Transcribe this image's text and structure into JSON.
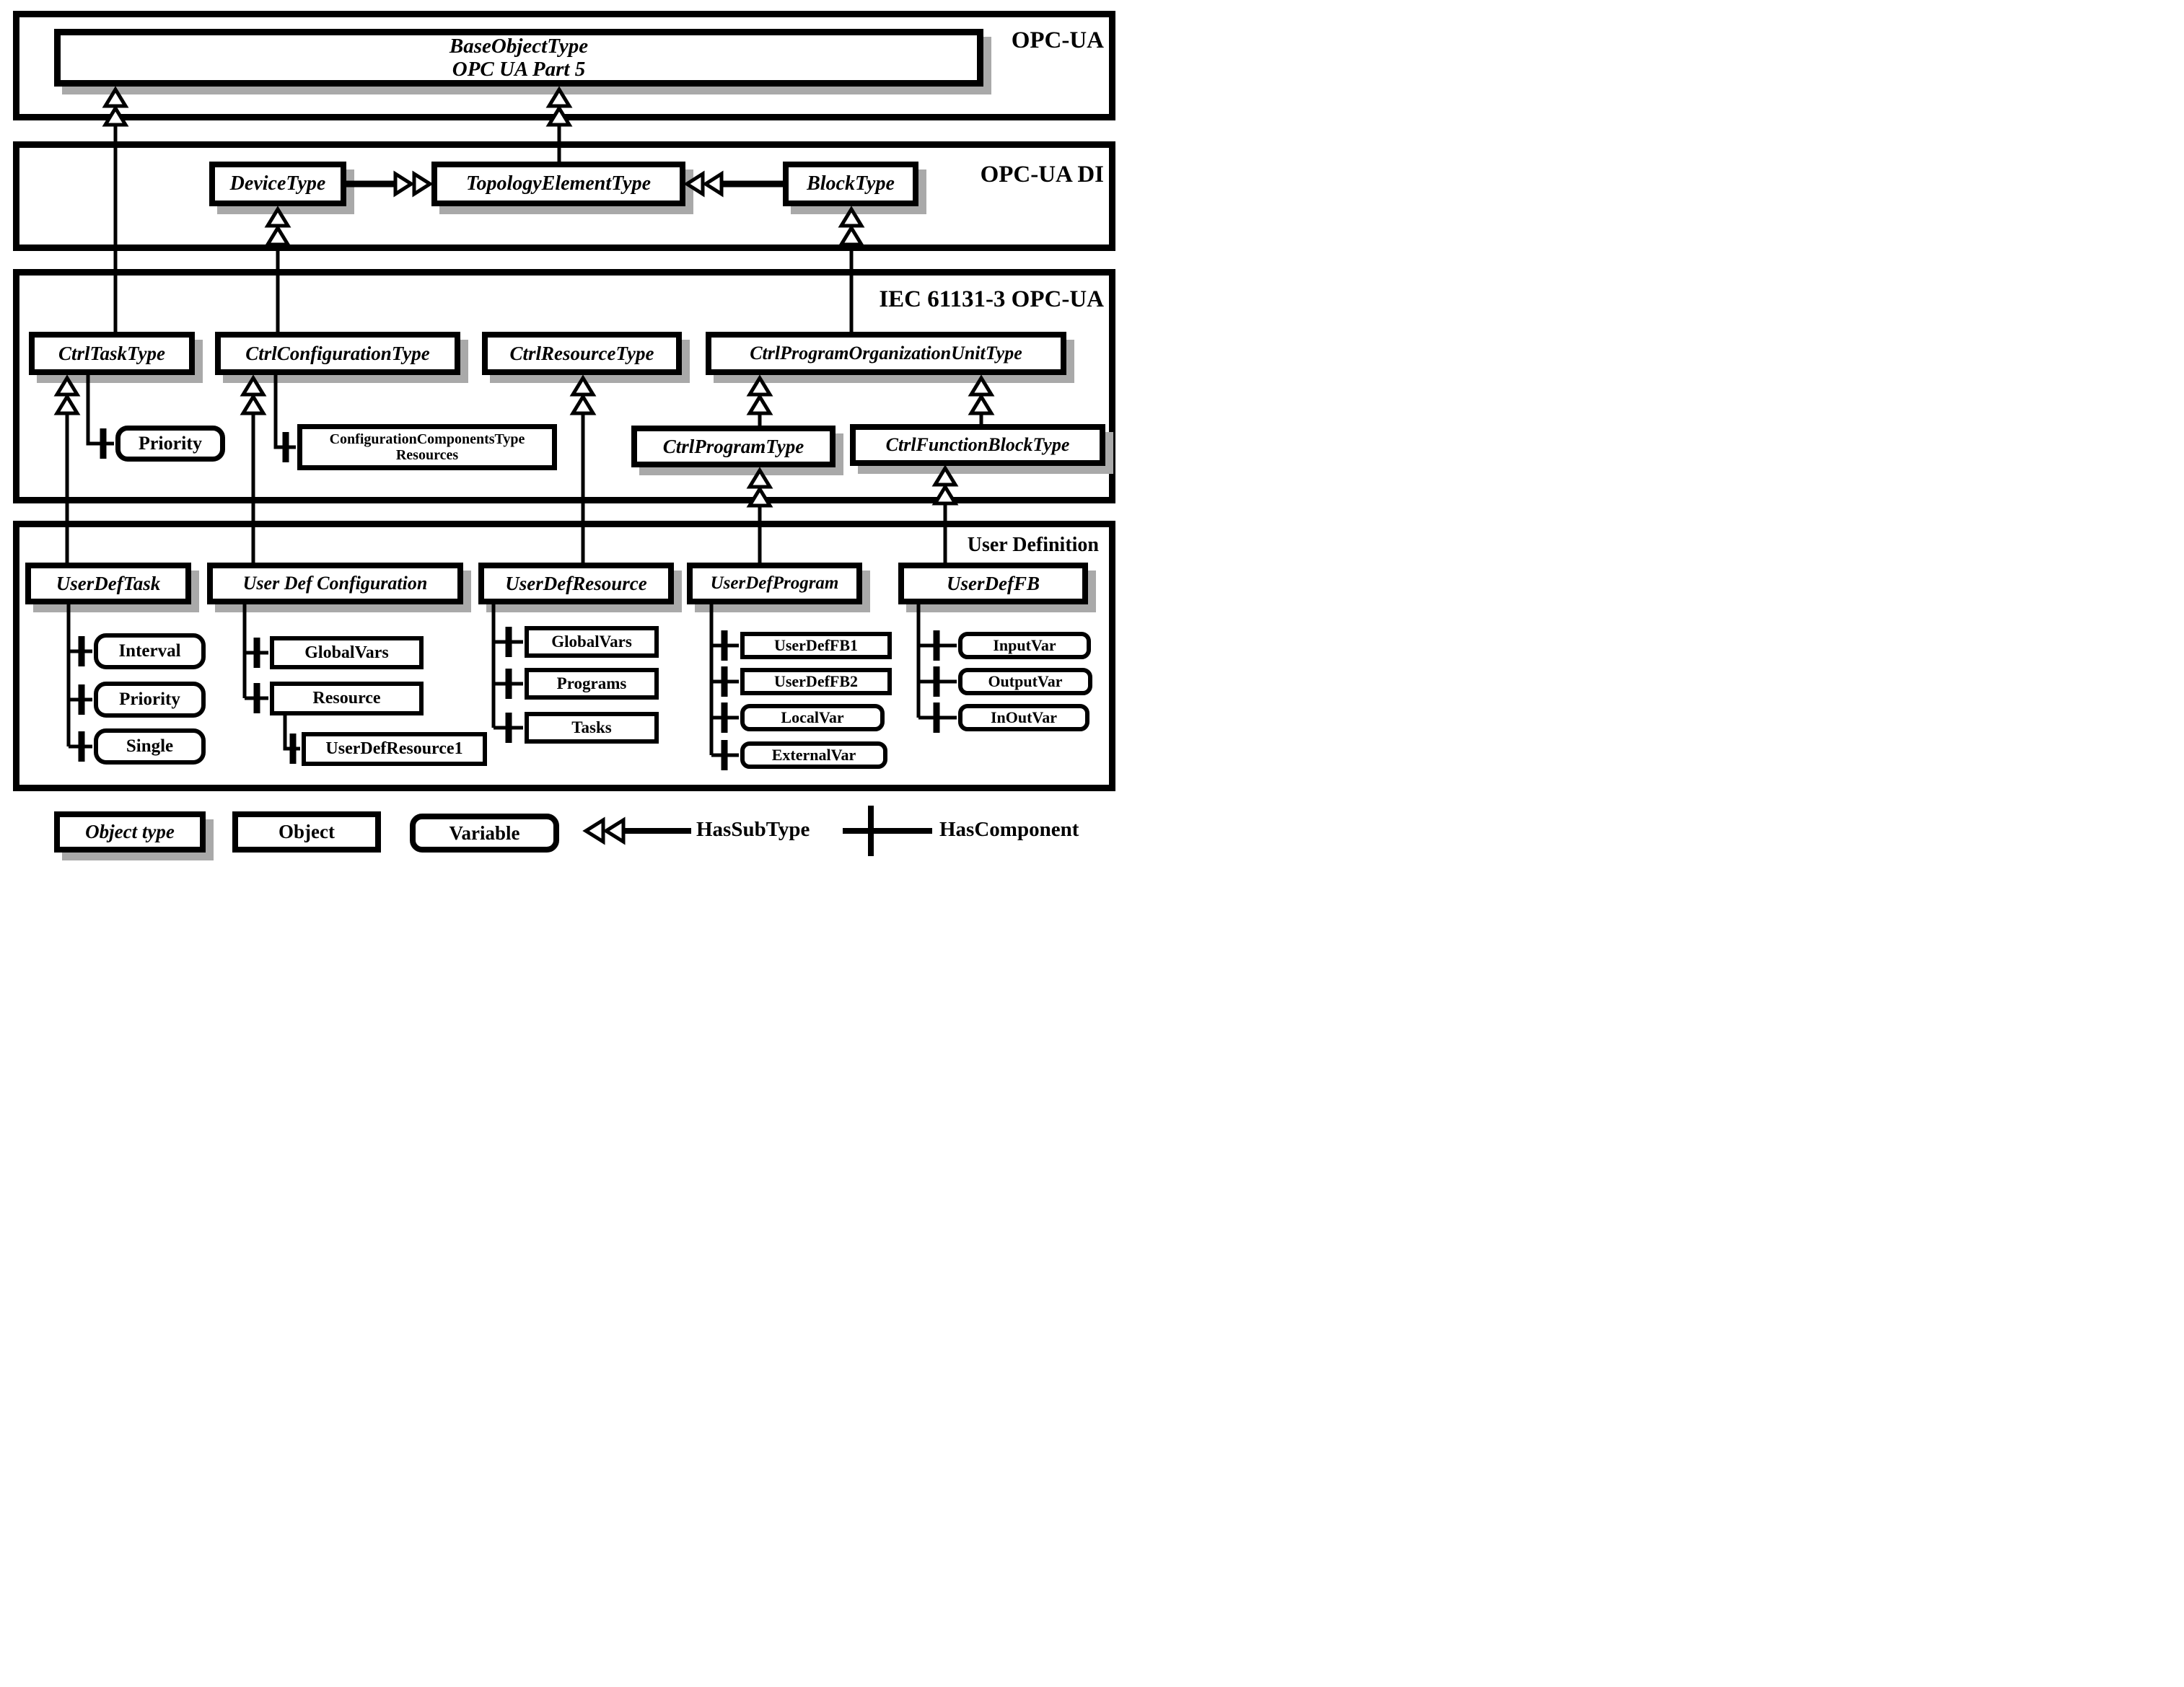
{
  "colors": {
    "ink": "#000000",
    "paper": "#ffffff",
    "shadow": "#a9a9a9"
  },
  "sections": {
    "opc_ua": {
      "label": "OPC-UA",
      "base_object_type": {
        "line1": "BaseObjectType",
        "line2": "OPC UA Part 5"
      }
    },
    "opc_ua_di": {
      "label": "OPC-UA DI",
      "device_type": "DeviceType",
      "topology_element_type": "TopologyElementType",
      "block_type": "BlockType"
    },
    "iec": {
      "label": "IEC 61131-3 OPC-UA",
      "ctrl_task_type": "CtrlTaskType",
      "ctrl_configuration_type": "CtrlConfigurationType",
      "ctrl_resource_type": "CtrlResourceType",
      "ctrl_program_organization_unit_type": "CtrlProgramOrganizationUnitType",
      "task_priority_variable": "Priority",
      "configuration_components": {
        "line1": "ConfigurationComponentsType",
        "line2": "Resources"
      },
      "ctrl_program_type": "CtrlProgramType",
      "ctrl_function_block_type": "CtrlFunctionBlockType"
    },
    "user_definition": {
      "label": "User Definition",
      "user_def_task": "UserDefTask",
      "task_children": [
        "Interval",
        "Priority",
        "Single"
      ],
      "user_def_configuration": "User Def Configuration",
      "configuration_children": [
        "GlobalVars",
        "Resource"
      ],
      "resource_instance_child": "UserDefResource1",
      "user_def_resource": "UserDefResource",
      "resource_children": [
        "GlobalVars",
        "Programs",
        "Tasks"
      ],
      "user_def_program": "UserDefProgram",
      "program_children": [
        "UserDefFB1",
        "UserDefFB2",
        "LocalVar",
        "ExternalVar"
      ],
      "user_def_fb": "UserDefFB",
      "fb_children": [
        "InputVar",
        "OutputVar",
        "InOutVar"
      ]
    }
  },
  "legend": {
    "object_type": "Object type",
    "object": "Object",
    "variable": "Variable",
    "has_subtype": "HasSubType",
    "has_component": "HasComponent"
  }
}
